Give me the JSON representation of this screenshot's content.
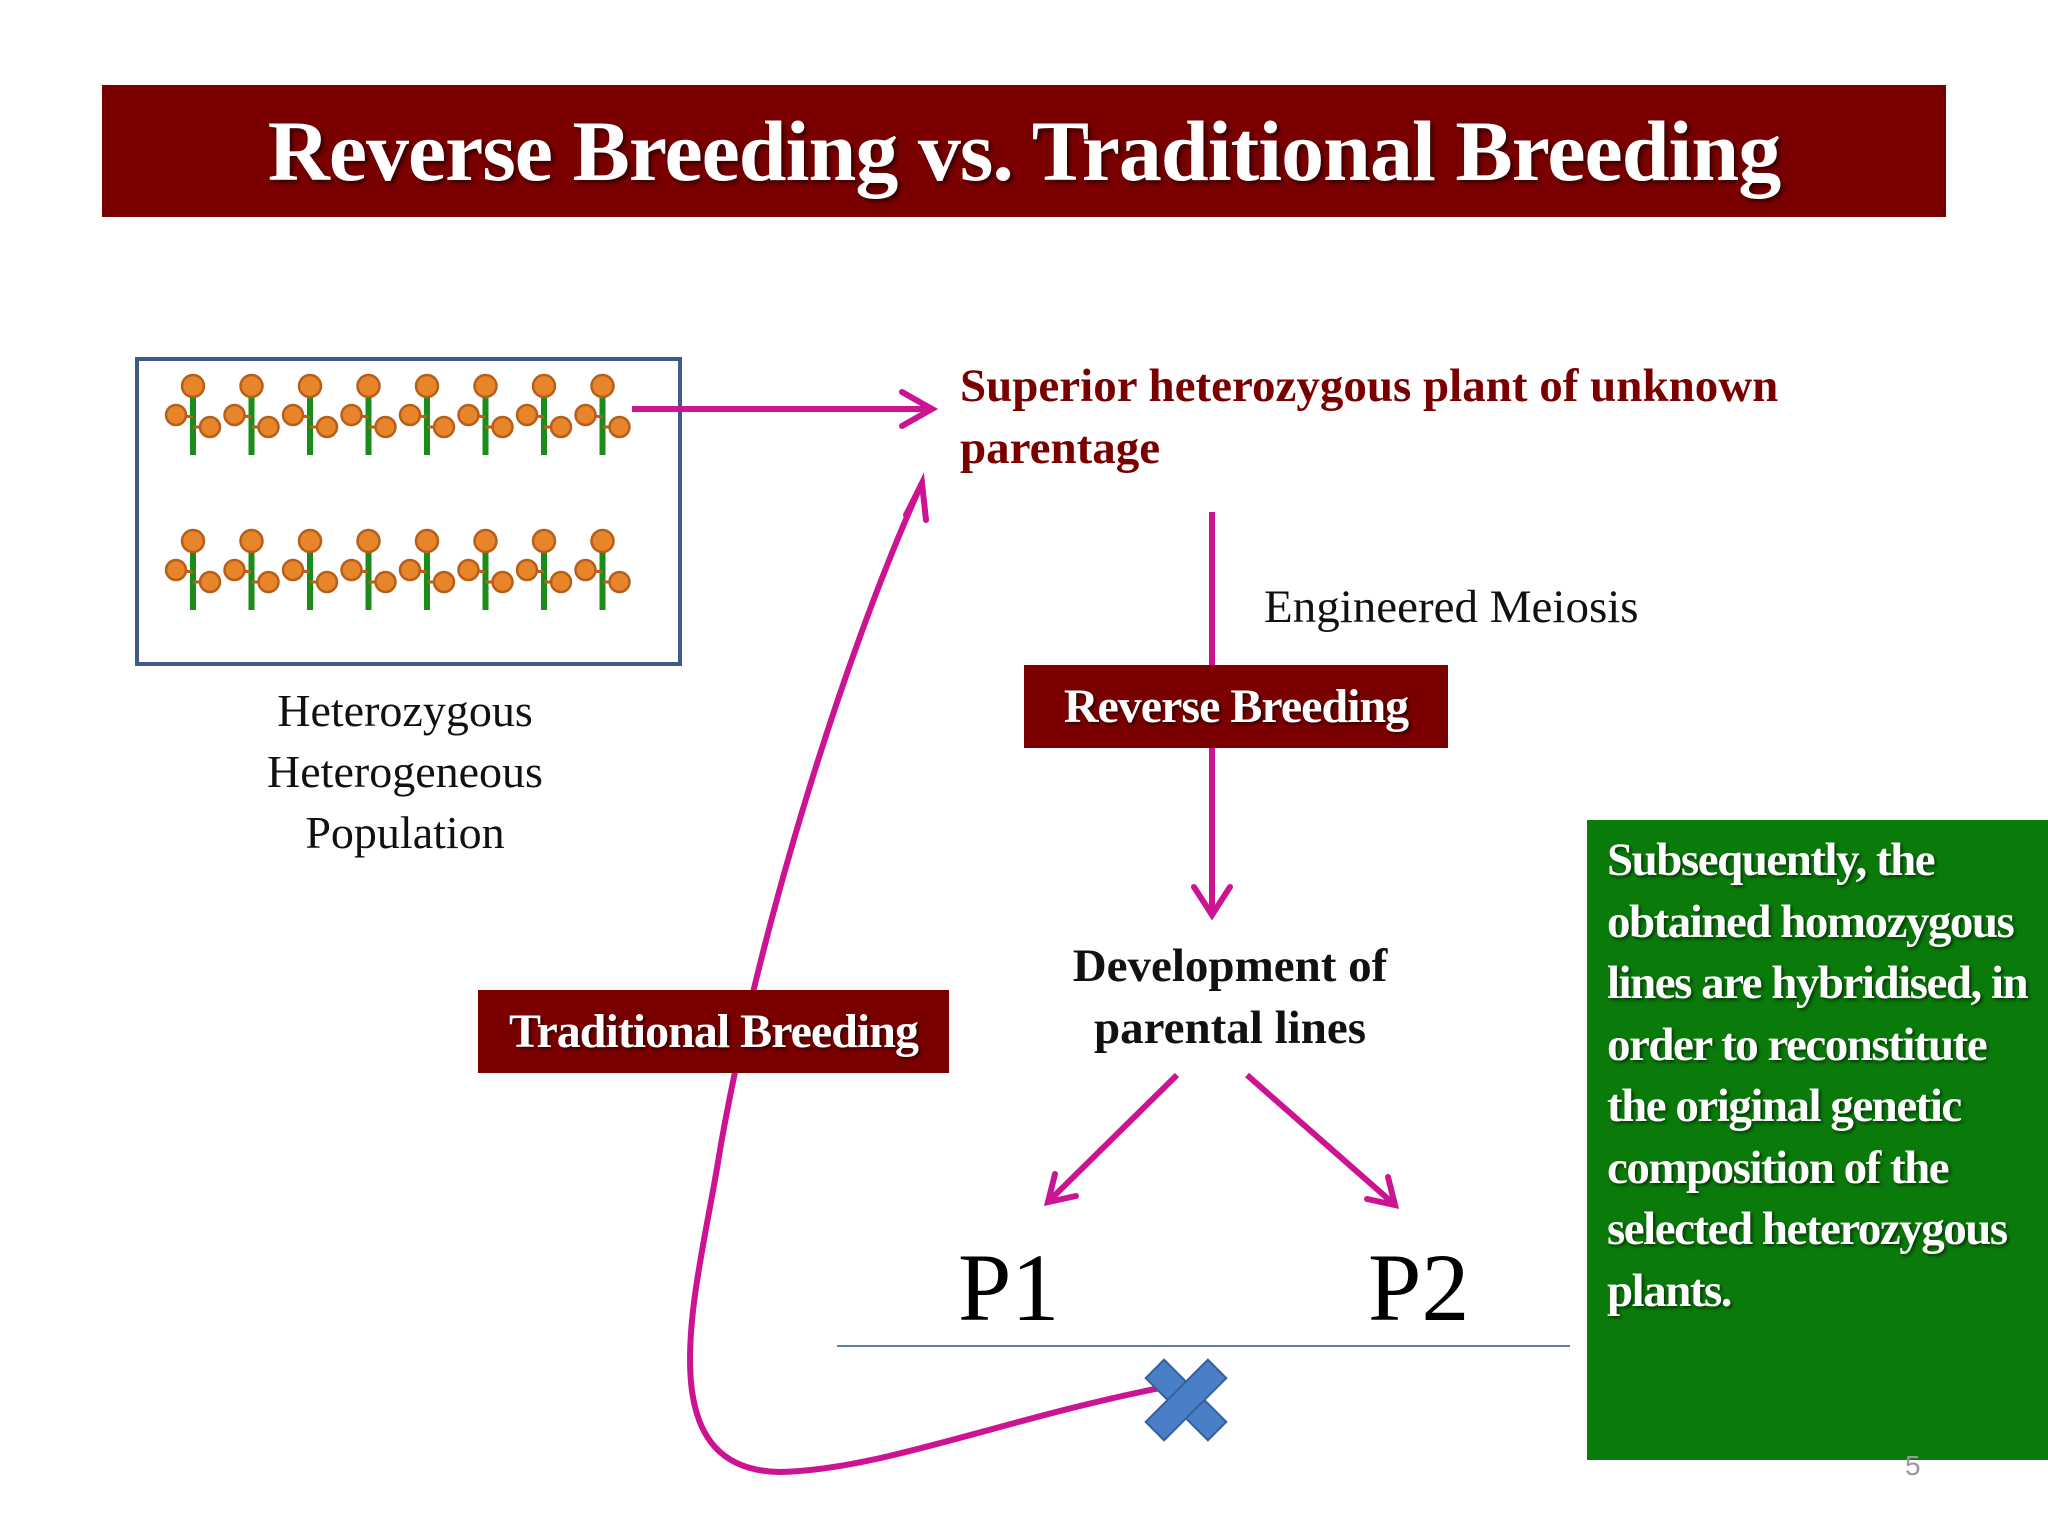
{
  "title": "Reverse Breeding  vs. Traditional Breeding",
  "population": {
    "label_lines": [
      "Heterozygous",
      "Heterogeneous",
      "Population"
    ],
    "plant_rows": 2,
    "plants_per_row": 8,
    "plant_icon": "flower-plant-icon"
  },
  "superior_plant": {
    "text": "Superior heterozygous plant of unknown parentage"
  },
  "engineered_meiosis": "Engineered Meiosis",
  "reverse_breeding_tag": "Reverse Breeding",
  "traditional_breeding_tag": "Traditional Breeding",
  "development": {
    "line1": "Development of",
    "line2": "parental lines"
  },
  "parents": {
    "p1": "P1",
    "p2": "P2"
  },
  "cross_icon": "cross-icon",
  "hybridization_note": "Subsequently, the obtained homozygous lines are hybridised, in order to reconstitute the original genetic composition of the selected heterozygous plants.",
  "page_number": "5",
  "colors": {
    "title_bg": "#7a0000",
    "superior_text": "#7a0000",
    "arrow": "#cc1493",
    "note_bg": "#0a7a0a",
    "cross": "#4a7fc7",
    "plant_flower": "#e8852a",
    "plant_stem": "#1a8c1a"
  }
}
